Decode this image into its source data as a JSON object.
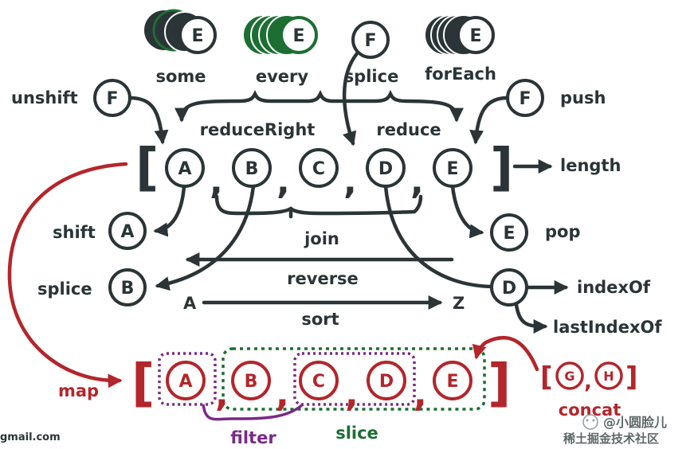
{
  "colors": {
    "dark": "#2b3436",
    "red": "#b3262b",
    "purple": "#7a2a86",
    "green": "#1d6e33"
  },
  "array": {
    "bracket_open": "[",
    "bracket_close": "]",
    "separator": ",",
    "elements": [
      "A",
      "B",
      "C",
      "D",
      "E"
    ]
  },
  "iterators": {
    "some": {
      "label": "some",
      "letter": "E"
    },
    "every": {
      "label": "every",
      "letter": "E"
    },
    "splice_top": {
      "label": "splice",
      "letter": "F"
    },
    "forEach": {
      "label": "forEach",
      "letter": "E"
    }
  },
  "methods": {
    "unshift": {
      "label": "unshift",
      "letter": "F"
    },
    "push": {
      "label": "push",
      "letter": "F"
    },
    "reduceRight": "reduceRight",
    "reduce": "reduce",
    "length": "length",
    "shift": {
      "label": "shift",
      "letter": "A"
    },
    "pop": {
      "label": "pop",
      "letter": "E"
    },
    "join": "join",
    "reverse": "reverse",
    "splice_bottom": {
      "label": "splice",
      "letter": "B"
    },
    "sort": {
      "label": "sort",
      "from": "A",
      "to": "Z"
    },
    "indexOf": {
      "label": "indexOf",
      "letter": "D"
    },
    "lastIndexOf": "lastIndexOf"
  },
  "result_array": {
    "map": "map",
    "concat": {
      "label": "concat",
      "letters": [
        "G",
        "H"
      ]
    },
    "filter": "filter",
    "slice": "slice"
  },
  "footer": {
    "email_fragment": "gmail.com",
    "watermark": "@小圆脸儿",
    "watermark_sub": "稀土掘金技术社区"
  }
}
